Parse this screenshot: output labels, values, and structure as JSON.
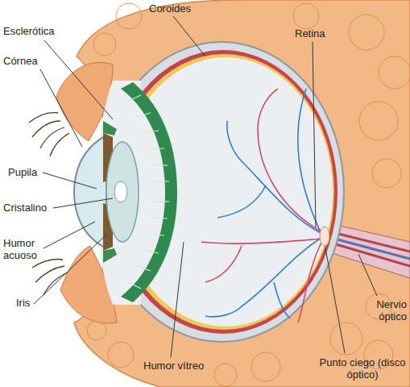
{
  "diagram": {
    "labels": [
      "Coroides",
      "Esclerótica",
      "Retina",
      "Córnea",
      "Pupila",
      "Cristalino",
      "Humor acuoso",
      "Iris",
      "Humor vítreo",
      "Nervio óptico",
      "Punto ciego (disco óptico)"
    ]
  }
}
